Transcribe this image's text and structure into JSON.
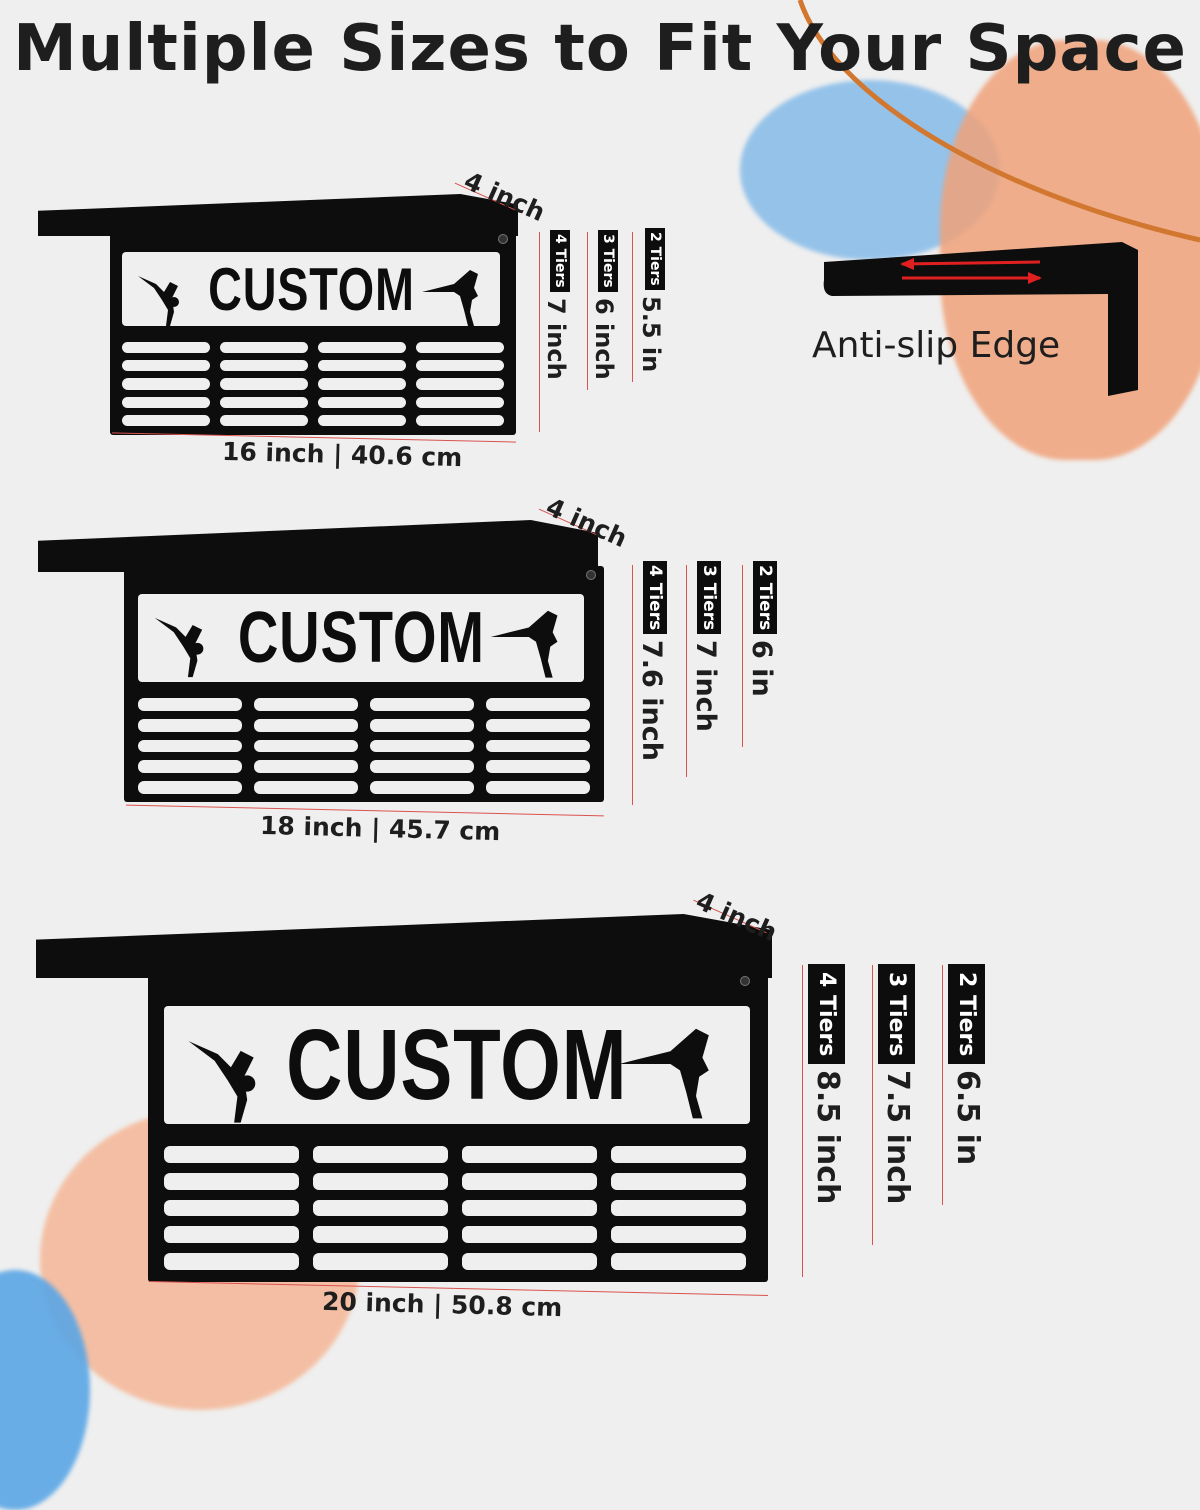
{
  "title": "Multiple Sizes to Fit Your Space",
  "anti_slip_label": "Anti-slip Edge",
  "colors": {
    "background": "#efefef",
    "metal": "#0d0d0d",
    "dimension": "#d9534f",
    "blue_paint": "#7fb8e8",
    "orange_paint": "#f0a27a"
  },
  "racks": [
    {
      "plate_text": "CUSTOM",
      "depth": "4 inch",
      "width": "16 inch | 40.6 cm",
      "tiers": [
        {
          "tag": "4 Tiers",
          "value": "7 inch"
        },
        {
          "tag": "3 Tiers",
          "value": "6 inch"
        },
        {
          "tag": "2 Tiers",
          "value": "5.5 in"
        }
      ]
    },
    {
      "plate_text": "CUSTOM",
      "depth": "4 inch",
      "width": "18 inch | 45.7 cm",
      "tiers": [
        {
          "tag": "4 Tiers",
          "value": "7.6 inch"
        },
        {
          "tag": "3 Tiers",
          "value": "7 inch"
        },
        {
          "tag": "2 Tiers",
          "value": "6 in"
        }
      ]
    },
    {
      "plate_text": "CUSTOM",
      "depth": "4 inch",
      "width": "20 inch | 50.8 cm",
      "tiers": [
        {
          "tag": "4 Tiers",
          "value": "8.5 inch"
        },
        {
          "tag": "3 Tiers",
          "value": "7.5 inch"
        },
        {
          "tag": "2 Tiers",
          "value": "6.5 in"
        }
      ]
    }
  ]
}
